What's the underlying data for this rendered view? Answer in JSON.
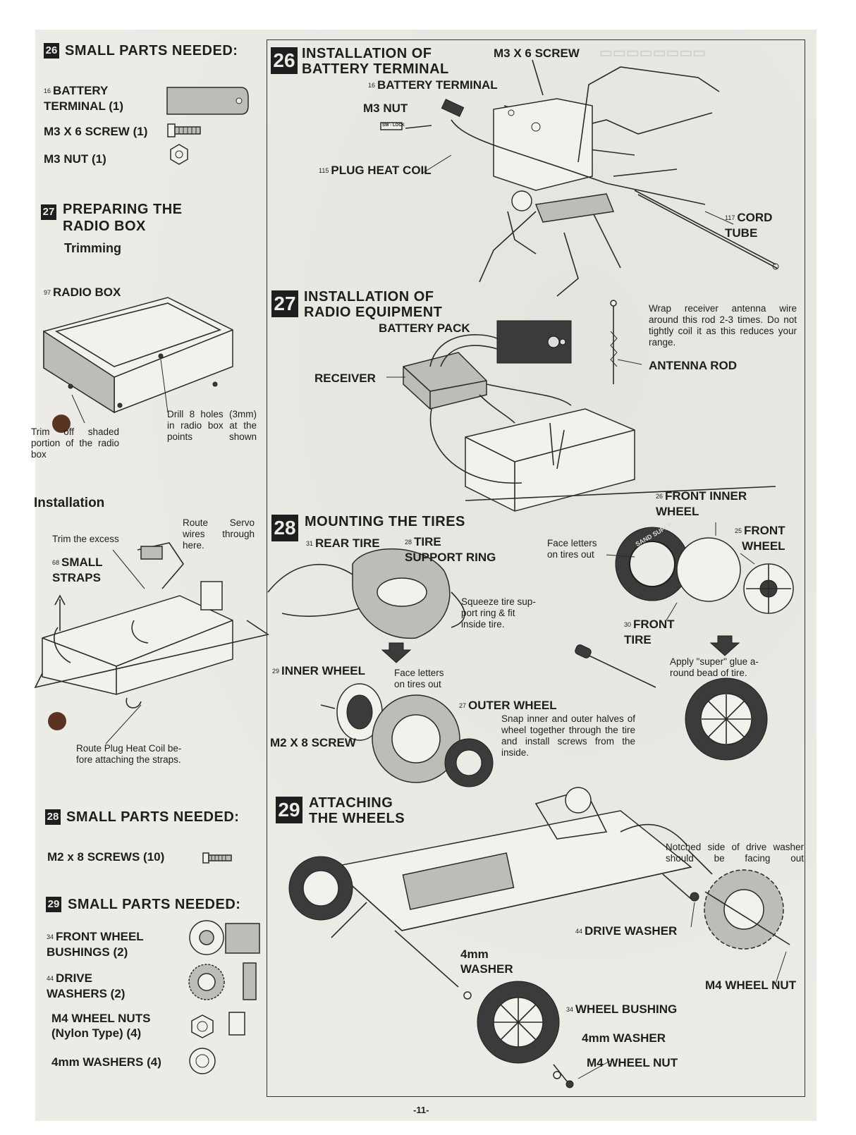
{
  "left": {
    "s26": {
      "step": "26",
      "title": "SMALL PARTS NEEDED:",
      "items": [
        {
          "num": "16",
          "label": "BATTERY\nTERMINAL (1)"
        },
        {
          "num": "",
          "label": "M3 X 6 SCREW (1)"
        },
        {
          "num": "",
          "label": "M3 NUT (1)"
        }
      ]
    },
    "s27": {
      "step": "27",
      "title": "PREPARING THE\nRADIO BOX",
      "subtitle": "Trimming",
      "radio_box": {
        "num": "97",
        "label": "RADIO BOX"
      },
      "trim_note": "Trim off shaded portion of the radio box",
      "drill_note": "Drill 8 holes (3mm) in radio box at the points shown",
      "installation": "Installation",
      "trim_excess": "Trim the excess",
      "route_servo": "Route Servo wires through here.",
      "straps": {
        "num": "68",
        "label": "SMALL\nSTRAPS"
      },
      "route_plug": "Route Plug Heat Coil be-\nfore attaching the straps."
    },
    "s28": {
      "step": "28",
      "title": "SMALL PARTS NEEDED:",
      "items": [
        {
          "label": "M2 x 8 SCREWS (10)"
        }
      ]
    },
    "s29": {
      "step": "29",
      "title": "SMALL PARTS NEEDED:",
      "items": [
        {
          "num": "34",
          "label": "FRONT WHEEL\nBUSHINGS (2)"
        },
        {
          "num": "44",
          "label": "DRIVE\nWASHERS (2)"
        },
        {
          "num": "",
          "label": "M4 WHEEL NUTS\n(Nylon Type)  (4)"
        },
        {
          "num": "",
          "label": "4mm WASHERS (4)"
        }
      ]
    }
  },
  "right": {
    "s26": {
      "step": "26",
      "title": "INSTALLATION OF\nBATTERY TERMINAL",
      "m3x6": "M3 X 6 SCREW",
      "battery_terminal": {
        "num": "16",
        "label": "BATTERY TERMINAL"
      },
      "m3nut": "M3 NUT",
      "sw_lock": "SW - LOCK",
      "plug": {
        "num": "115",
        "label": "PLUG HEAT COIL"
      },
      "cord": {
        "num": "117",
        "label": "CORD\nTUBE"
      }
    },
    "s27": {
      "step": "27",
      "title": "INSTALLATION OF\nRADIO EQUIPMENT",
      "battery_pack": "BATTERY PACK",
      "receiver": "RECEIVER",
      "antenna_note": "Wrap receiver antenna wire around this rod 2-3 times. Do not tightly coil it as this reduces your range.",
      "antenna_rod": "ANTENNA ROD"
    },
    "s28": {
      "step": "28",
      "title": "MOUNTING THE TIRES",
      "rear_tire": {
        "num": "31",
        "label": "REAR TIRE"
      },
      "tire_support": {
        "num": "28",
        "label": "TIRE\nSUPPORT RING"
      },
      "squeeze": "Squeeze tire sup-\nport ring & fit\ninside tire.",
      "inner_wheel": {
        "num": "29",
        "label": "INNER WHEEL"
      },
      "face1": "Face letters\non tires out",
      "outer_wheel": {
        "num": "27",
        "label": "OUTER WHEEL"
      },
      "snap": "Snap inner and outer halves of wheel together through the tire and install screws from the inside.",
      "m2x8": "M2 X 8 SCREW",
      "front_inner": {
        "num": "26",
        "label": "FRONT INNER\nWHEEL"
      },
      "front_wheel": {
        "num": "25",
        "label": "FRONT\nWHEEL"
      },
      "face2": "Face letters\non tires out",
      "front_tire": {
        "num": "30",
        "label": "FRONT\nTIRE"
      },
      "glue": "Apply \"super\" glue a-\nround bead of tire.",
      "tire_brand": "SAND SUPER"
    },
    "s29": {
      "step": "29",
      "title": "ATTACHING\nTHE WHEELS",
      "notched": "Notched side of drive washer should be facing out",
      "drive_washer": {
        "num": "44",
        "label": "DRIVE WASHER"
      },
      "m4nut1": "M4 WHEEL NUT",
      "washer4a": "4mm\nWASHER",
      "bushing": {
        "num": "34",
        "label": "WHEEL BUSHING"
      },
      "washer4b": "4mm WASHER",
      "m4nut2": "M4 WHEEL NUT"
    }
  },
  "page_number": "-11-"
}
